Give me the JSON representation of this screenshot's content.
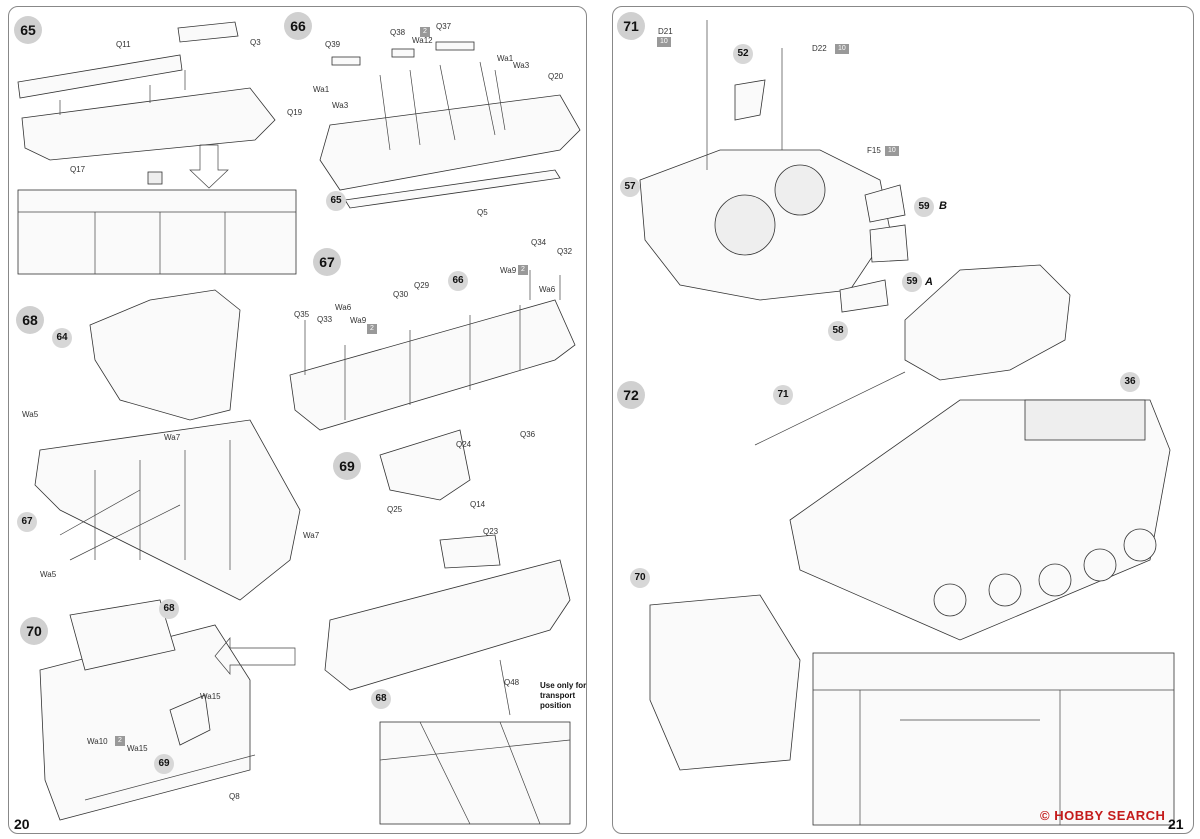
{
  "left_page": {
    "page_number": "20",
    "steps": {
      "s65": {
        "number": "65",
        "parts": {
          "q11": "Q11",
          "q3": "Q3",
          "q17": "Q17"
        }
      },
      "s66": {
        "number": "66",
        "parts": {
          "q39": "Q39",
          "q38": "Q38",
          "q38_qty": "2",
          "wa12": "Wa12",
          "q37": "Q37",
          "wa1a": "Wa1",
          "wa1b": "Wa1",
          "wa3a": "Wa3",
          "wa3b": "Wa3",
          "q19": "Q19",
          "q20": "Q20",
          "q5": "Q5",
          "ref65": "65"
        }
      },
      "s67": {
        "number": "67",
        "parts": {
          "q34": "Q34",
          "q32": "Q32",
          "wa9a": "Wa9",
          "wa9a_qty": "2",
          "ref66": "66",
          "q30": "Q30",
          "q29": "Q29",
          "wa6a": "Wa6",
          "wa6b": "Wa6",
          "q35": "Q35",
          "q33": "Q33",
          "wa9b": "Wa9",
          "wa9b_qty": "2",
          "q36": "Q36"
        }
      },
      "s68": {
        "number": "68",
        "parts": {
          "ref64": "64",
          "wa5a": "Wa5",
          "wa7a": "Wa7",
          "ref67": "67",
          "wa7b": "Wa7",
          "wa5b": "Wa5"
        }
      },
      "s69": {
        "number": "69",
        "parts": {
          "q24": "Q24",
          "q14": "Q14",
          "q25": "Q25",
          "q23": "Q23",
          "q48": "Q48",
          "ref68": "68"
        },
        "note": [
          "Use only for",
          "transport",
          "position"
        ]
      },
      "s70": {
        "number": "70",
        "parts": {
          "ref68": "68",
          "wa15a": "Wa15",
          "wa10": "Wa10",
          "wa10_qty": "2",
          "wa15b": "Wa15",
          "ref69": "69",
          "q8": "Q8"
        }
      }
    }
  },
  "right_page": {
    "page_number": "21",
    "steps": {
      "s71": {
        "number": "71",
        "parts": {
          "d21": "D21",
          "d21_code": "10",
          "d22": "D22",
          "d22_code": "10",
          "ref52": "52",
          "ref57": "57",
          "f15": "F15",
          "f15_code": "10",
          "ref59b": "59",
          "letter_b": "B",
          "ref59a": "59",
          "letter_a": "A",
          "ref58": "58"
        }
      },
      "s72": {
        "number": "72",
        "parts": {
          "ref71": "71",
          "ref36": "36",
          "ref70": "70"
        }
      }
    }
  },
  "watermark": {
    "brand": "HOBBY SEARCH",
    "symbol": "©"
  }
}
